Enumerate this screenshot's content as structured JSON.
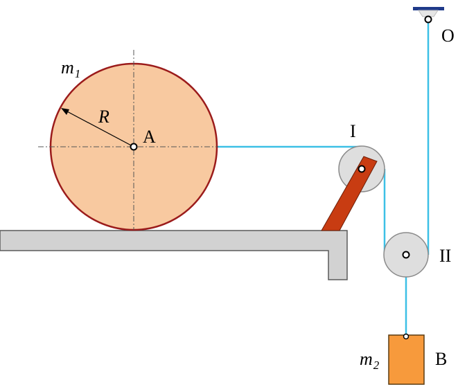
{
  "labels": {
    "m1": {
      "base": "m",
      "sub": "1"
    },
    "m2": {
      "base": "m",
      "sub": "2"
    },
    "radius": "R",
    "center_a": "A",
    "pulley_i": "I",
    "pulley_ii": "II",
    "anchor_o": "O",
    "block_b": "B"
  },
  "colors": {
    "disk_fill": "#f8c9a0",
    "disk_stroke": "#9b1b1b",
    "rope": "#3cc0e6",
    "ground_fill": "#d2d2d2",
    "pulley_fill": "#dedede",
    "bracket": "#c83c12",
    "block_fill": "#f79a3c",
    "ceiling": "#1f3a8a"
  }
}
